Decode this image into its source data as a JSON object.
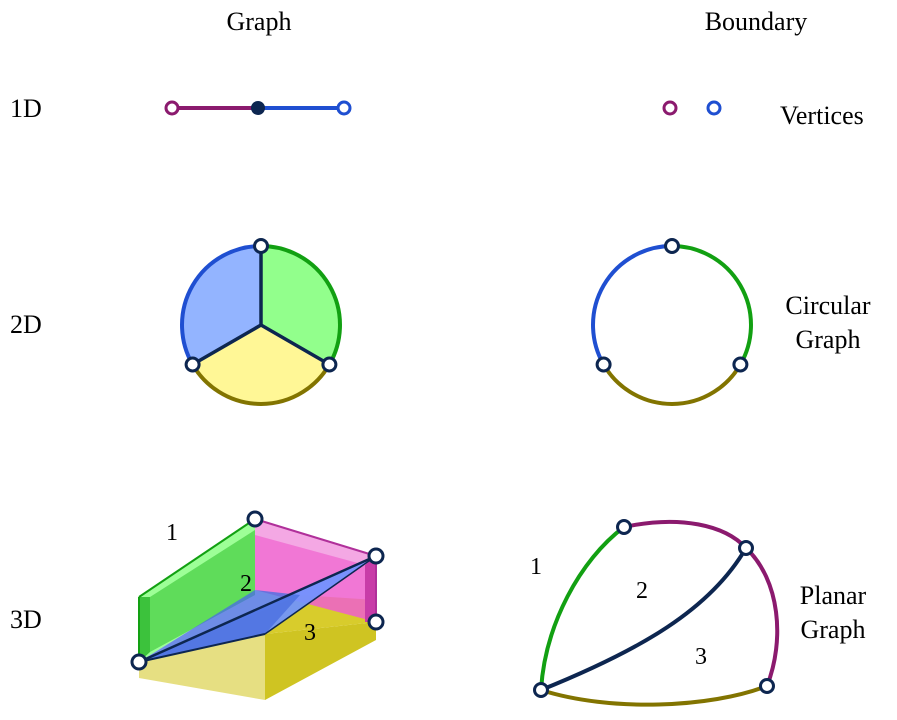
{
  "headers": {
    "graph": "Graph",
    "boundary": "Boundary"
  },
  "rows": {
    "d1": "1D",
    "d2": "2D",
    "d3": "3D"
  },
  "right_labels": {
    "vertices": "Vertices",
    "circular_line1": "Circular",
    "circular_line2": "Graph",
    "planar_line1": "Planar",
    "planar_line2": "Graph"
  },
  "region_labels": {
    "one": "1",
    "two": "2",
    "three": "3"
  },
  "colors": {
    "purple": "#8b1a6e",
    "blue": "#1f4fd1",
    "navy": "#0d2650",
    "green": "#12a012",
    "olive": "#827400",
    "light_blue_fill": "#93b4ff",
    "light_green_fill": "#92ff8c",
    "yellow_fill": "#fff796",
    "pink_fill": "#ee5fce",
    "gold_fill": "#d8cc2c"
  }
}
